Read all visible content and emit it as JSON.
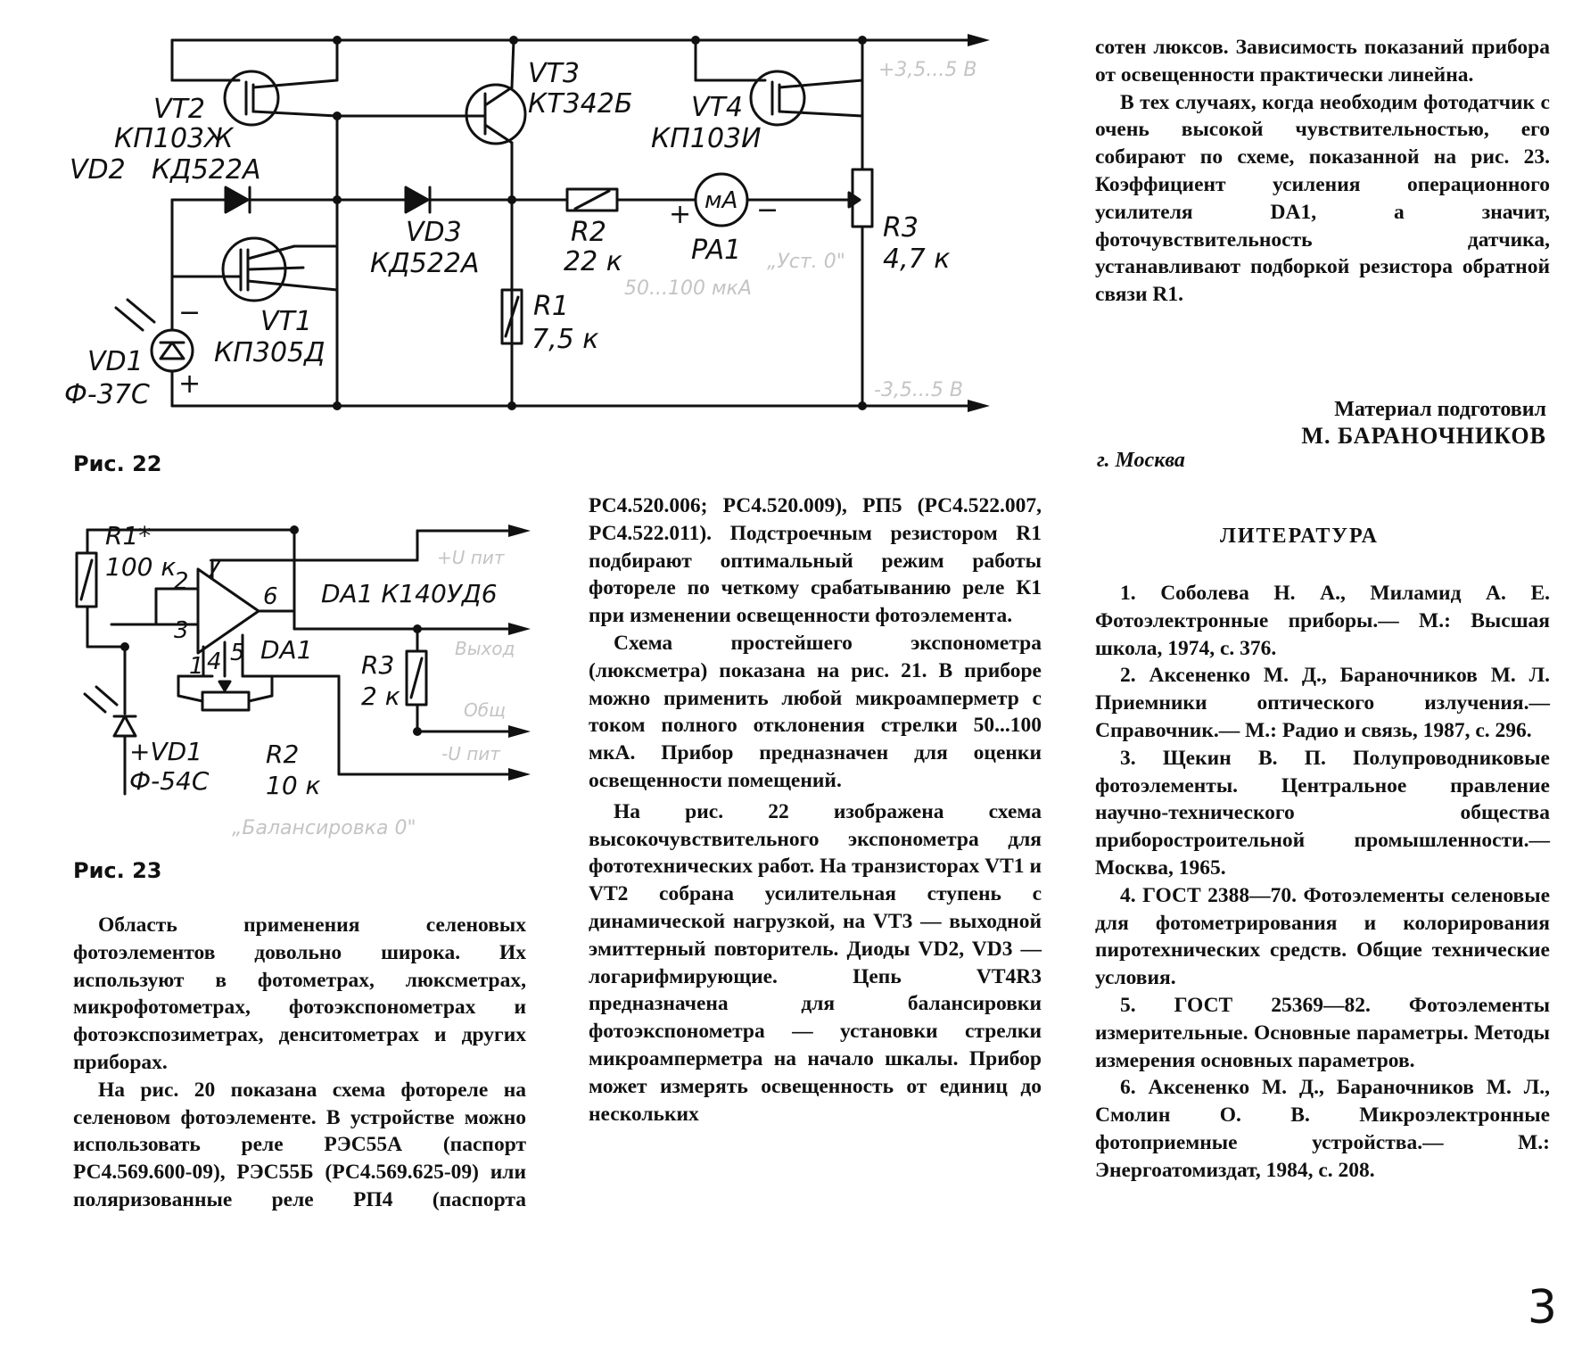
{
  "fig22": {
    "caption": "Рис. 22",
    "labels": {
      "vt2": "VT2",
      "vt2_type": "КП103Ж",
      "vt3": "VT3",
      "vt3_type": "КТ342Б",
      "vt4": "VT4",
      "vt4_type": "КП103И",
      "vd2": "VD2",
      "vd2_type": "КД522А",
      "vd3": "VD3",
      "vd3_type": "КД522А",
      "r2": "R2",
      "r2_val": "22 к",
      "pa1": "PA1",
      "ma": "мА",
      "r3": "R3",
      "r3_val": "4,7 к",
      "r1": "R1",
      "r1_val": "7,5 к",
      "vt1": "VT1",
      "vt1_type": "КП305Д",
      "vd1": "VD1",
      "vd1_type": "Ф-37С",
      "plus_rail": "+3,5...5 В",
      "minus_rail": "-3,5...5 В",
      "meter_note": "50...100 мкА",
      "meter_note2": "„Уст. 0\"",
      "plus": "+",
      "minus": "−"
    }
  },
  "fig23": {
    "caption": "Рис. 23",
    "labels": {
      "r1": "R1*",
      "r1_val": "100 к",
      "pin2": "2",
      "pin7": "7",
      "pin3": "3",
      "pin6": "6",
      "pin1": "1",
      "pin4": "4",
      "pin5": "5",
      "da1_title": "DA1 К140УД6",
      "da1": "DA1",
      "r3": "R3",
      "r3_val": "2 к",
      "r2": "R2",
      "r2_val": "10 к",
      "vd1": "+VD1",
      "vd1_type": "Ф-54С",
      "out1": "+U пит",
      "out2": "Выход",
      "out3": "Общ",
      "out4": "-U пит",
      "bal_note": "„Балансировка 0\""
    }
  },
  "col1": {
    "p1": "Область применения селеновых фотоэлементов довольно широка. Их используют в фотометрах, люксметрах, микрофотометрах, фотоэкспонометрах и фотоэкспозиметрах, денситометрах и других приборах.",
    "p2": "На рис. 20 показана схема фотореле на селеновом фотоэлементе. В устройстве можно использовать реле РЭС55А (паспорт РС4.569.600-09), РЭС55Б (РС4.569.625-09) или поляризованные реле РП4 (паспорта"
  },
  "col2": {
    "p1": "РС4.520.006; РС4.520.009), РП5 (РС4.522.007, РС4.522.011). Подстроечным резистором R1 подбирают оптимальный режим работы фотореле по четкому срабатыванию реле К1 при изменении освещенности фотоэлемента.",
    "p2": "Схема простейшего экспонометра (люксметра) показана на рис. 21. В приборе можно применить любой микроамперметр с током полного отклонения стрелки 50...100 мкА. Прибор предназначен для оценки освещенности помещений.",
    "p3": "На рис. 22 изображена схема высокочувствительного экспонометра для фототехнических работ. На транзисторах VT1 и VT2 собрана усилительная ступень с динамической нагрузкой, на VT3 — выходной эмиттерный повторитель. Диоды VD2, VD3 — логарифмирующие. Цепь VT4R3 предназначена для балансировки фотоэкспонометра — установки стрелки микроамперметра на начало шкалы. Прибор может измерять освещенность от единиц до нескольких"
  },
  "col3": {
    "p1": "сотен люксов. Зависимость показаний прибора от освещенности практически линейна.",
    "p2": "В тех случаях, когда необходим фотодатчик с очень высокой чувствительностью, его собирают по схеме, показанной на рис. 23. Коэффициент усиления операционного усилителя DA1, а значит, фоточувствительность датчика, устанавливают подборкой резистора обратной связи R1.",
    "byline1": "Материал подготовил",
    "byline2": "М. БАРАНОЧНИКОВ",
    "city": "г. Москва",
    "lit_heading": "ЛИТЕРАТУРА",
    "refs": [
      {
        "num": "1.",
        "authors": "Соболева Н. А., Миламид А. Е.",
        "rest": "Фотоэлектронные приборы.— М.: Высшая школа, 1974, с. 376."
      },
      {
        "num": "2.",
        "authors": "Аксененко М. Д., Бараночников М. Л.",
        "rest": "Приемники оптического излучения.— Справочник.— М.: Радио и связь, 1987, с. 296."
      },
      {
        "num": "3.",
        "authors": "Щекин В. П.",
        "rest": "Полупроводниковые фотоэлементы. Центральное правление научно-технического общества приборостроительной промышленности.— Москва, 1965."
      },
      {
        "num": "4.",
        "authors": "",
        "rest": "ГОСТ 2388—70. Фотоэлементы селеновые для фотометрирования и колорирования пиротехнических средств. Общие технические условия."
      },
      {
        "num": "5.",
        "authors": "",
        "rest": "ГОСТ 25369—82. Фотоэлементы измерительные. Основные параметры. Методы измерения основных параметров."
      },
      {
        "num": "6.",
        "authors": "Аксененко М. Д., Бараночников М. Л., Смолин О. В.",
        "rest": "Микроэлектронные фотоприемные устройства.— М.: Энергоатомиздат, 1984, с. 208."
      }
    ]
  },
  "page_number": "3"
}
